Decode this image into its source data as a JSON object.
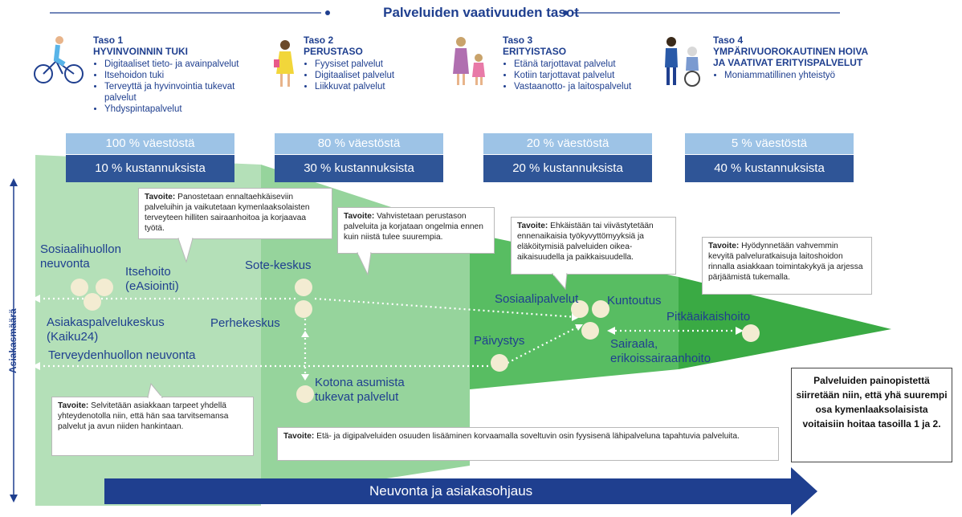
{
  "header": {
    "title": "Palveluiden vaativuuden tasot"
  },
  "levels": [
    {
      "number": "Taso 1",
      "name": "HYVINVOINNIN TUKI",
      "items": [
        "Digitaaliset tieto- ja avainpalvelut",
        "Itsehoidon tuki",
        "Terveyttä ja hyvinvointia tukevat palvelut",
        "Yhdyspintapalvelut"
      ],
      "population": "100 % väestöstä",
      "costs": "10 % kustannuksista"
    },
    {
      "number": "Taso 2",
      "name": "PERUSTASO",
      "items": [
        "Fyysiset palvelut",
        "Digitaaliset palvelut",
        "Liikkuvat palvelut"
      ],
      "population": "80 % väestöstä",
      "costs": "30 % kustannuksista"
    },
    {
      "number": "Taso 3",
      "name": "ERITYISTASO",
      "items": [
        "Etänä tarjottavat palvelut",
        "Kotiin tarjottavat palvelut",
        "Vastaanotto- ja laitospalvelut"
      ],
      "population": "20 % väestöstä",
      "costs": "20 % kustannuksista"
    },
    {
      "number": "Taso 4",
      "name": "YMPÄRIVUOROKAUTINEN HOIVA JA VAATIVAT ERITYISPALVELUT",
      "items": [
        "Moniammatillinen yhteistyö"
      ],
      "population": "5 % väestöstä",
      "costs": "40 % kustannuksista"
    }
  ],
  "goals": {
    "prefix": "Tavoite:",
    "g1": " Panostetaan ennaltaehkäiseviin palveluihin ja vaikutetaan kymenlaaksolaisten terveyteen hilliten sairaanhoitoa ja korjaavaa työtä.",
    "g2": " Vahvistetaan perustason palveluita ja korjataan ongelmia ennen kuin niistä tulee suurempia.",
    "g3": " Ehkäistään tai viivästytetään ennenaikaisia työkyvyttömyyksiä ja eläköitymisiä palveluiden oikea-aikaisuudella ja paikkaisuudella.",
    "g4": " Hyödynnetään vahvemmin kevyitä palveluratkaisuja laitoshoidon rinnalla asiakkaan toimintakykyä ja arjessa pärjäämistä tukemalla.",
    "g5": " Selvitetään asiakkaan tarpeet yhdellä yhteydenotolla niin, että hän saa tarvitsemansa palvelut ja avun niiden hankintaan.",
    "g6": " Etä- ja digipalveluiden osuuden lisääminen korvaamalla soveltuvin osin fyysisenä lähipalveluna tapahtuvia palveluita."
  },
  "nodes": {
    "sosiaalihuollon": "Sosiaalihuollon\nneuvonta",
    "itsehoito": "Itsehoito\n(eAsiointi)",
    "asiakaspalvelukeskus": "Asiakaspalvelukeskus\n(Kaiku24)",
    "terveydenhuollon": "Terveydenhuollon neuvonta",
    "sote": "Sote-keskus",
    "perhekeskus": "Perhekeskus",
    "kotona": "Kotona asumista\ntukevat palvelut",
    "paivystys": "Päivystys",
    "sosiaalipalvelut": "Sosiaalipalvelut",
    "kuntoutus": "Kuntoutus",
    "sairaala": "Sairaala,\nerikoissairaanhoito",
    "pitkaaikaishoito": "Pitkäaikaishoito"
  },
  "axis": {
    "label": "Asiakasmäärä"
  },
  "emphasis": "Palveluiden painopistettä siirretään niin, että yhä suurempi osa kymenlaaksolaisista voitaisiin hoitaa tasoilla 1 ja 2.",
  "bottom_arrow": "Neuvonta ja asiakasohjaus",
  "colors": {
    "navy": "#1f3f8f",
    "light_blue": "#9dc3e6",
    "dark_blue": "#2f5597",
    "green1": "#a9dbb0",
    "green2": "#8fd395",
    "green3": "#5fbf66",
    "green4": "#3aaa44",
    "node": "#f3ecd2"
  }
}
